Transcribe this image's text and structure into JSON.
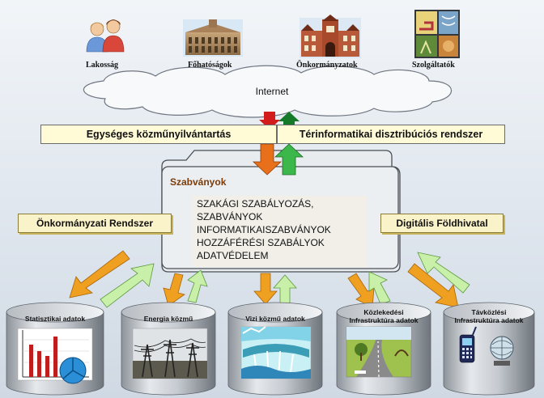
{
  "actors": [
    {
      "name": "Lakosság",
      "icon": "people-icon"
    },
    {
      "name": "Főhatóságok",
      "icon": "government-building-icon"
    },
    {
      "name": "Önkormányzatok",
      "icon": "city-hall-icon"
    },
    {
      "name": "Szolgáltatók",
      "icon": "utility-provider-icon"
    }
  ],
  "internet_label": "Internet",
  "top_bars": {
    "left": "Egységes közműnyilvántartás",
    "right": "Térinformatikai disztribúciós rendszer"
  },
  "standards": {
    "title": "Szabványok",
    "lines": [
      "SZAKÁGI SZABÁLYOZÁS,",
      "SZABVÁNYOK",
      "INFORMATIKAISZABVÁNYOK",
      "HOZZÁFÉRÉSI SZABÁLYOK",
      "ADATVÉDELEM"
    ]
  },
  "side_systems": {
    "left": "Önkormányzati Rendszer",
    "right": "Digitális Földhivatal"
  },
  "databases": [
    {
      "line1": "Statisztikai adatok",
      "line2": "",
      "icon": "statistics-chart-icon"
    },
    {
      "line1": "Energia közmű",
      "line2": "",
      "icon": "power-line-icon"
    },
    {
      "line1": "Vizi közmű adatok",
      "line2": "",
      "icon": "water-dam-icon"
    },
    {
      "line1": "Közlekedési",
      "line2": "Infrastruktúra adatok",
      "icon": "transport-road-icon"
    },
    {
      "line1": "Távközlési",
      "line2": "Infrastruktúra adatok",
      "icon": "telecom-icon"
    }
  ],
  "colors": {
    "outgoing_arrow": "#f0a020",
    "incoming_arrow": "#c8f0a8",
    "top_out_arrow": "#e8701a",
    "top_in_arrow": "#3cb84a",
    "red_arrow": "#d21c1c",
    "dark_green_arrow": "#147a2a",
    "bar_fill": "#fffbd6",
    "side_box_fill": "#faf2c8"
  }
}
